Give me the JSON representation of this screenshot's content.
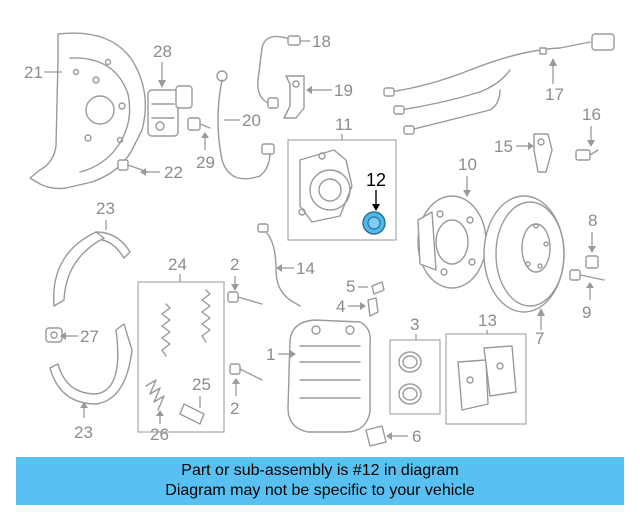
{
  "labels": {
    "n1": "1",
    "n2a": "2",
    "n2b": "2",
    "n3": "3",
    "n4": "4",
    "n5": "5",
    "n6": "6",
    "n7": "7",
    "n8": "8",
    "n9": "9",
    "n10": "10",
    "n11": "11",
    "n12": "12",
    "n13": "13",
    "n14": "14",
    "n15": "15",
    "n16": "16",
    "n17": "17",
    "n18": "18",
    "n19": "19",
    "n20": "20",
    "n21": "21",
    "n22": "22",
    "n23a": "23",
    "n23b": "23",
    "n24": "24",
    "n25": "25",
    "n26": "26",
    "n27": "27",
    "n28": "28",
    "n29": "29"
  },
  "banner": {
    "line1": "Part or sub-assembly is #12 in diagram",
    "line2": "Diagram may not be specific to your vehicle"
  },
  "colors": {
    "banner_bg": "#59c1f1",
    "highlight_part": "#4fb8ea",
    "line_gray": "#9a9a9a"
  }
}
